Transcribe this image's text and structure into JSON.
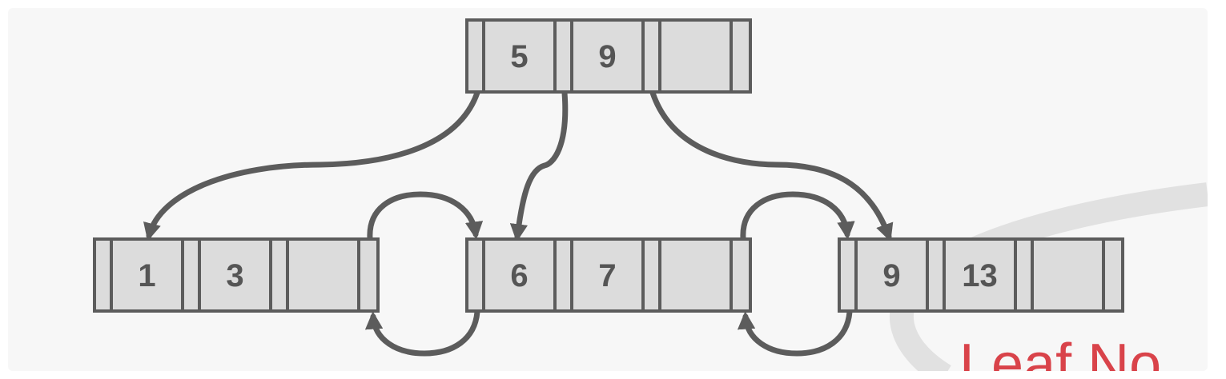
{
  "diagram": {
    "inner_node": {
      "keys": [
        "5",
        "9",
        ""
      ]
    },
    "leaf_nodes": [
      {
        "keys": [
          "1",
          "3",
          ""
        ]
      },
      {
        "keys": [
          "6",
          "7",
          ""
        ]
      },
      {
        "keys": [
          "9",
          "13",
          ""
        ]
      }
    ],
    "caption": "Leaf No",
    "colors": {
      "stroke": "#5c5c5c",
      "fill": "#dcdcdc",
      "caption": "#d9434a"
    }
  }
}
